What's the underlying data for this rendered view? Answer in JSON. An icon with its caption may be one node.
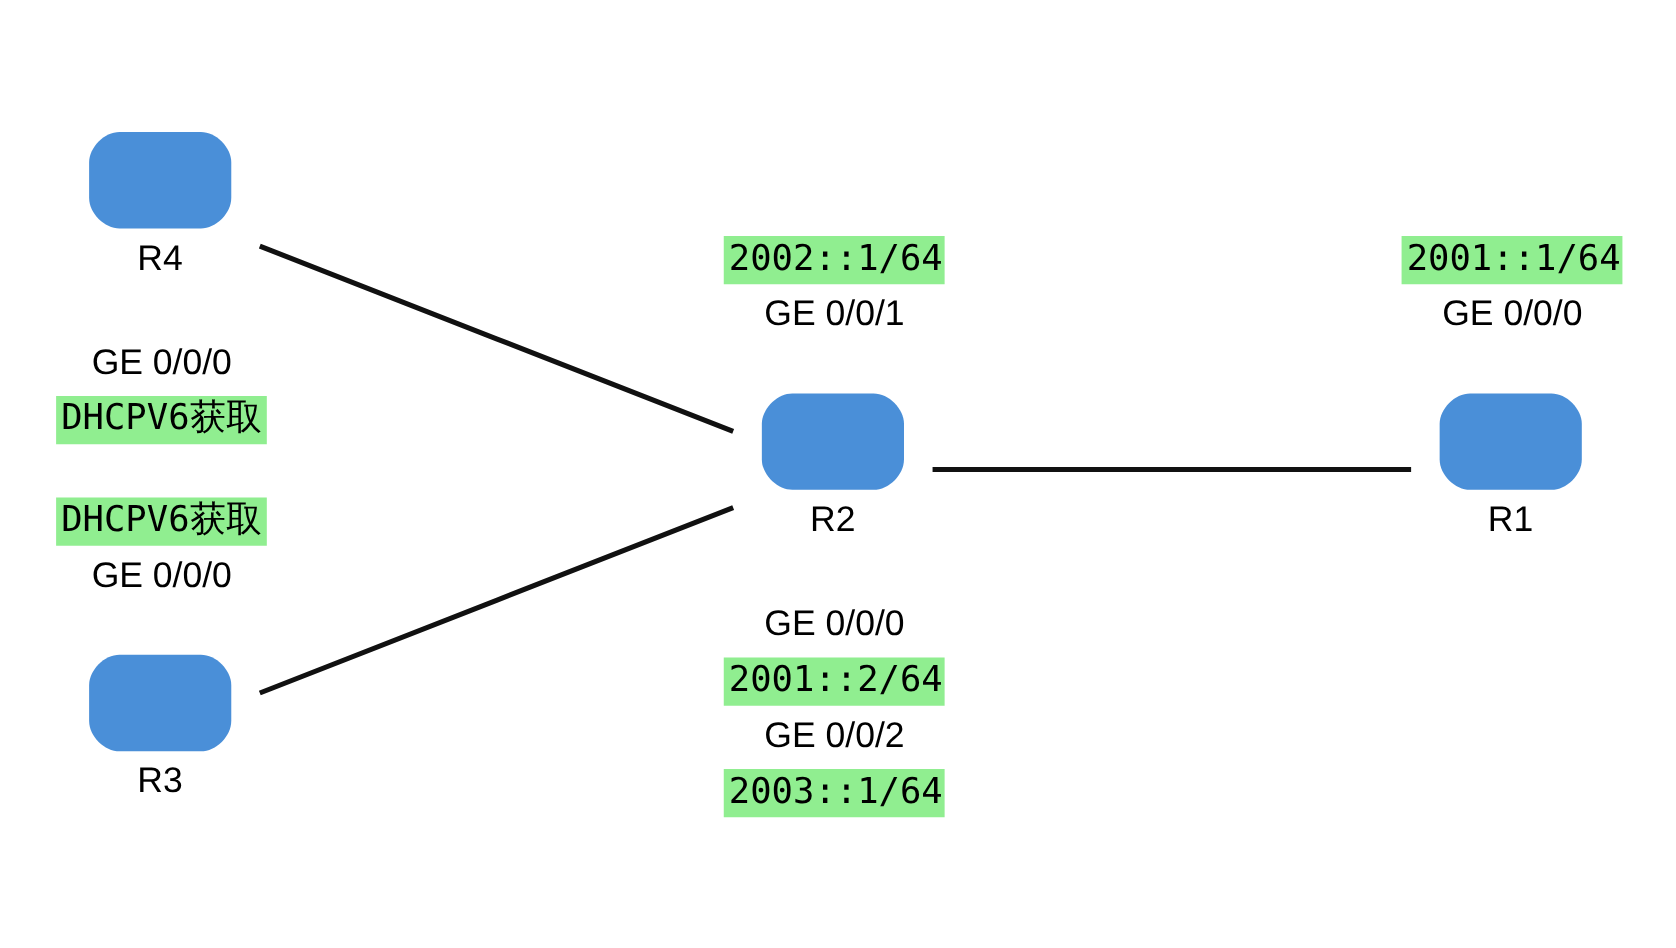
{
  "diagram": {
    "nodes": [
      {
        "text": [
          "R3"
        ],
        "beside": [
          "DHCPV6获取",
          "GE 0/0/0"
        ]
      },
      {
        "text": [
          "R2"
        ],
        "beside": [
          "2002::1/64",
          "GE 0/0/1",
          "GE 0/0/0",
          "2001::2/64",
          "GE 0/0/2",
          "2003::1/64"
        ]
      },
      {
        "text": [
          "R1"
        ],
        "beside": [
          "2001::1/64",
          "GE 0/0/0"
        ]
      },
      {
        "text": [
          "R4"
        ],
        "beside": [
          "GE 0/0/0",
          "DHCPV6获取"
        ]
      }
    ],
    "edges": [
      {
        "from": 0,
        "to": 1,
        "arrow": "none"
      },
      {
        "from": 3,
        "to": 1,
        "arrow": "none"
      },
      {
        "from": 1,
        "to": 2,
        "arrow": "none"
      }
    ]
  }
}
